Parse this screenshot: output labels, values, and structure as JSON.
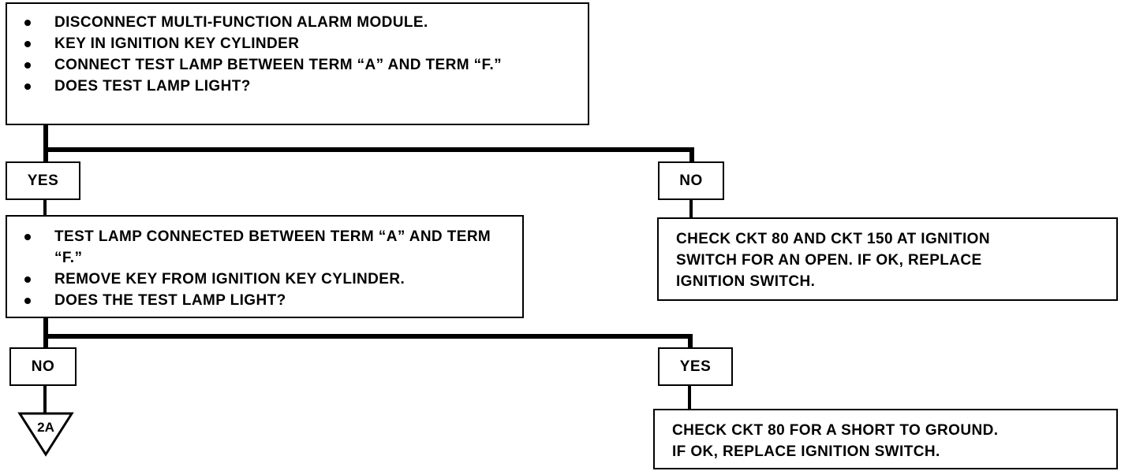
{
  "step1": {
    "items": [
      "DISCONNECT MULTI-FUNCTION ALARM MODULE.",
      "KEY IN IGNITION KEY CYLINDER",
      "CONNECT TEST LAMP BETWEEN TERM “A” AND TERM “F.”",
      "DOES TEST LAMP LIGHT?"
    ]
  },
  "branch1": {
    "yes_label": "YES",
    "no_label": "NO"
  },
  "step2": {
    "items": [
      "TEST LAMP CONNECTED BETWEEN TERM “A” AND TERM “F.”",
      "REMOVE KEY FROM IGNITION KEY CYLINDER.",
      "DOES THE TEST LAMP LIGHT?"
    ]
  },
  "result_no1": {
    "lines": [
      "CHECK CKT 80 AND CKT 150 AT IGNITION",
      "SWITCH FOR AN OPEN.  IF OK, REPLACE",
      "IGNITION SWITCH."
    ]
  },
  "branch2": {
    "no_label": "NO",
    "yes_label": "YES"
  },
  "connector": {
    "label": "2A"
  },
  "result_yes2": {
    "lines": [
      "CHECK CKT 80 FOR A SHORT TO GROUND.",
      "IF OK, REPLACE IGNITION SWITCH."
    ]
  }
}
